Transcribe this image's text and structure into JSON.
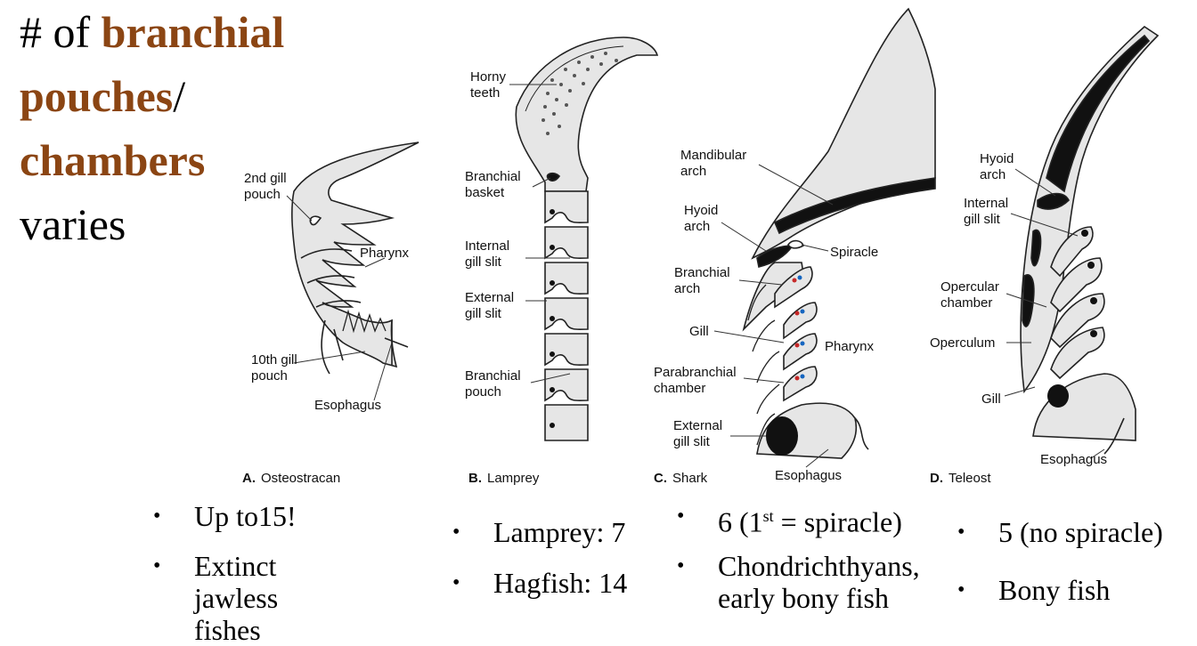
{
  "title": {
    "prefix": "# of ",
    "word1": "branchial",
    "word2": "pouches",
    "slash": "/",
    "word3": "chambers",
    "suffix": "varies"
  },
  "panels": {
    "a": {
      "letter": "A.",
      "caption": "Osteostracan",
      "labels": {
        "pouch2": "2nd gill\npouch",
        "pharynx": "Pharynx",
        "pouch10": "10th gill\npouch",
        "esophagus": "Esophagus"
      },
      "bullets": [
        "Up to15!",
        "Extinct jawless\nfishes"
      ]
    },
    "b": {
      "letter": "B.",
      "caption": "Lamprey",
      "labels": {
        "teeth": "Horny\nteeth",
        "basket": "Branchial\nbasket",
        "internal": "Internal\ngill slit",
        "external": "External\ngill slit",
        "pouch": "Branchial\npouch"
      },
      "bullets": [
        "Lamprey: 7",
        "Hagfish: 14"
      ]
    },
    "c": {
      "letter": "C.",
      "caption": "Shark",
      "labels": {
        "mandibular": "Mandibular\narch",
        "hyoid": "Hyoid\narch",
        "spiracle": "Spiracle",
        "branchial": "Branchial\narch",
        "gill": "Gill",
        "pharynx": "Pharynx",
        "parabranchial": "Parabranchial\nchamber",
        "external": "External\ngill slit",
        "esophagus": "Esophagus"
      },
      "bullet1_pre": "6 (1",
      "bullet1_sup": "st",
      "bullet1_post": " = spiracle)",
      "bullet2": "Chondrichthyans,\nearly bony fish"
    },
    "d": {
      "letter": "D.",
      "caption": "Teleost",
      "labels": {
        "hyoid": "Hyoid\narch",
        "internal": "Internal\ngill slit",
        "opercular": "Opercular\nchamber",
        "operculum": "Operculum",
        "gill": "Gill",
        "esophagus": "Esophagus"
      },
      "bullets": [
        "5 (no spiracle)",
        "Bony fish"
      ]
    }
  },
  "bullet_glyph": "•"
}
